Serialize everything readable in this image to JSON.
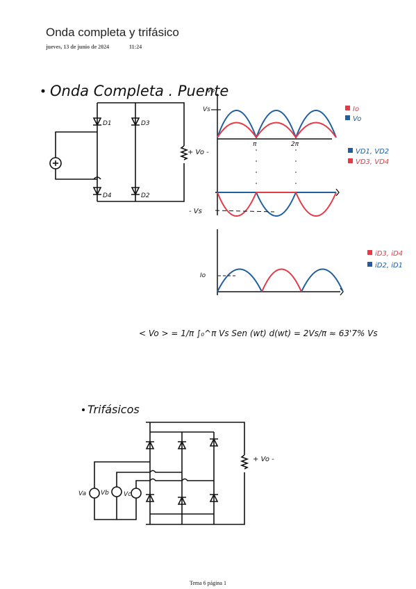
{
  "header": {
    "title": "Onda completa y trifásico",
    "date": "jueves, 13 de junio de 2024",
    "time": "11:24"
  },
  "section1": {
    "heading": "Onda Completa . Puente",
    "diodes": [
      "D1",
      "D3",
      "D4",
      "D2"
    ],
    "vo_label": "+ Vo -",
    "axis_vo": "Vo",
    "vs_label": "Vs",
    "neg_vs_label": "- Vs",
    "io_label": "Io",
    "tick_pi": "π",
    "tick_2pi": "2π",
    "legend1": [
      {
        "label": "Io",
        "color": "#e63946"
      },
      {
        "label": "Vo",
        "color": "#1f5fa0"
      }
    ],
    "legend2": [
      {
        "label": "VD1, VD2",
        "color": "#1f5fa0"
      },
      {
        "label": "VD3, VD4",
        "color": "#e63946"
      }
    ],
    "legend3": [
      {
        "label": "iD3, iD4",
        "color": "#e63946"
      },
      {
        "label": "iD2, iD1",
        "color": "#1f5fa0"
      }
    ],
    "formula": "< Vo > = 1/π ∫₀^π Vs Sen (wt) d(wt) = 2Vs/π ≈ 63'7% Vs"
  },
  "section2": {
    "heading": "Trifásicos",
    "vo_label": "+ Vo -",
    "sources": [
      "Va",
      "Vb",
      "Vc"
    ]
  },
  "footer": {
    "text": "Tema 6 página 1"
  },
  "colors": {
    "red": "#e63946",
    "blue": "#1f5fa0",
    "ink": "#111111"
  }
}
